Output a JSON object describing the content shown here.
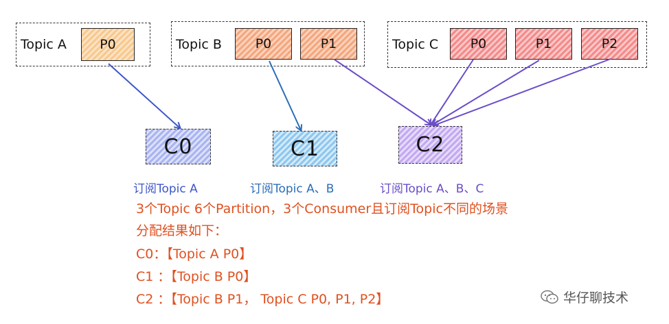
{
  "topics": [
    {
      "label": "Topic A",
      "partitions": [
        "P0"
      ]
    },
    {
      "label": "Topic B",
      "partitions": [
        "P0",
        "P1"
      ]
    },
    {
      "label": "Topic C",
      "partitions": [
        "P0",
        "P1",
        "P2"
      ]
    }
  ],
  "consumers": [
    {
      "label": "C0",
      "subscribes": "订阅Topic A",
      "color": "#3d55c8"
    },
    {
      "label": "C1",
      "subscribes": "订阅Topic A、B",
      "color": "#2a6db8"
    },
    {
      "label": "C2",
      "subscribes": "订阅Topic A、B、C",
      "color": "#6a4cc8"
    }
  ],
  "notes": {
    "line1": "3个Topic 6个Partition，3个Consumer且订阅Topic不同的场景",
    "line2": "分配结果如下：",
    "line3": "C0：【Topic A P0】",
    "line4": "C1 ：【Topic B P0】",
    "line5": "C2 ：【Topic B P1， Topic C P0, P1, P2】"
  },
  "brand": {
    "text": "华仔聊技术",
    "icon": "wechat-icon"
  },
  "colors": {
    "note": "#e0501f",
    "arrow_c0": "#3d55c8",
    "arrow_c1": "#2a6db8",
    "arrow_c2": "#6a4cc8"
  }
}
